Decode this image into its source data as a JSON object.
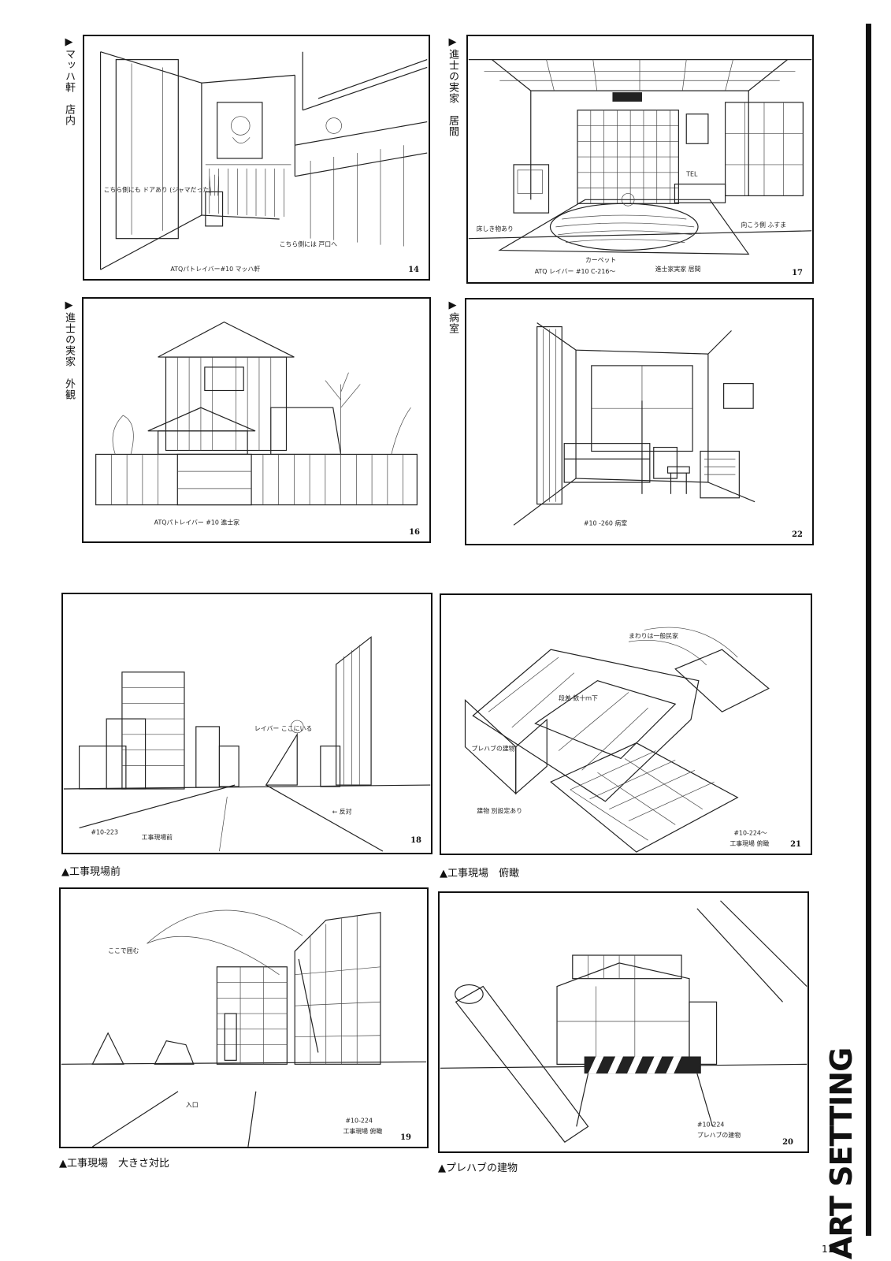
{
  "section_title": "ART SETTING",
  "page_number": "115",
  "panels": [
    {
      "id": "mach-ken",
      "caption": "▶マッハ軒　店内",
      "number": "14",
      "notes": [
        "ATQパトレイバー#10 マッハ軒",
        "こちら側にも ドアあり (ジャマだった)",
        "こちら側には 戸口へ"
      ]
    },
    {
      "id": "shinji-living",
      "caption": "▶進士の実家　居間",
      "number": "17",
      "notes": [
        "ATQ レイバー #10 C-216～",
        "進士家実家 居間",
        "床しき物あり",
        "向こう側 ふすま",
        "カーペット",
        "TEL"
      ]
    },
    {
      "id": "shinji-exterior",
      "caption": "▶進士の実家　外観",
      "number": "16",
      "notes": [
        "ATQパトレイバー #10 進士家"
      ]
    },
    {
      "id": "hospital",
      "caption": "▶病室",
      "number": "22",
      "notes": [
        "#10 -260 病室"
      ]
    },
    {
      "id": "construction-front",
      "caption": "▲工事現場前",
      "number": "18",
      "notes": [
        "#10-223",
        "工事現場前",
        "レイバー ここにいる",
        "← 反対"
      ]
    },
    {
      "id": "construction-overhead",
      "caption": "▲工事現場　俯瞰",
      "number": "21",
      "notes": [
        "#10-224～",
        "工事現場 俯瞰",
        "まわりは一般民家",
        "プレハブの建物",
        "建物 別設定あり",
        "段差 数十ｍ下"
      ]
    },
    {
      "id": "construction-scale",
      "caption": "▲工事現場　大きさ対比",
      "number": "19",
      "notes": [
        "#10-224",
        "工事現場 俯瞰",
        "ここで囲む",
        "入口"
      ]
    },
    {
      "id": "prefab",
      "caption": "▲プレハブの建物",
      "number": "20",
      "notes": [
        "#10-224",
        "プレハブの建物"
      ]
    }
  ]
}
